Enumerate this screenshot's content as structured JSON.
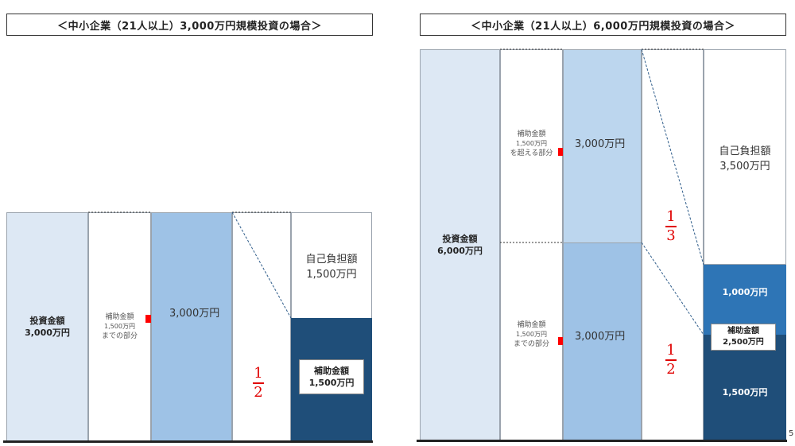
{
  "left": {
    "title": "＜中小企業（21人以上）3,000万円規模投資の場合＞",
    "investment_label": "投資金額",
    "investment_amount": "3,000万円",
    "subsidy_note_lines": [
      "補助金額",
      "1,500万円",
      "までの部分"
    ],
    "middle_amount": "3,000万円",
    "fraction": {
      "numerator": "1",
      "denominator": "2"
    },
    "self_burden_label": "自己負担額",
    "self_burden_amount": "1,500万円",
    "subsidy_label": "補助金額",
    "subsidy_amount": "1,500万円"
  },
  "right": {
    "title": "＜中小企業（21人以上）6,000万円規模投資の場合＞",
    "investment_label": "投資金額",
    "investment_amount": "6,000万円",
    "upper_note_lines": [
      "補助金額",
      "1,500万円",
      "を超える部分"
    ],
    "lower_note_lines": [
      "補助金額",
      "1,500万円",
      "までの部分"
    ],
    "upper_amount": "3,000万円",
    "lower_amount": "3,000万円",
    "fraction_upper": {
      "numerator": "1",
      "denominator": "3"
    },
    "fraction_lower": {
      "numerator": "1",
      "denominator": "2"
    },
    "self_burden_label": "自己負担額",
    "self_burden_amount": "3,500万円",
    "upper_subsidy_amount": "1,000万円",
    "subsidy_label": "補助金額",
    "subsidy_amount": "2,500万円",
    "lower_subsidy_amount": "1,500万円"
  },
  "page_number": "5",
  "colors": {
    "investment": "#dde8f4",
    "light_blue": "#9ec2e6",
    "pale_blue": "#bcd6ee",
    "navy": "#1f4e79",
    "mid_blue": "#2e75b6",
    "arrow_red": "#ff0000",
    "fraction_red": "#e00000"
  }
}
